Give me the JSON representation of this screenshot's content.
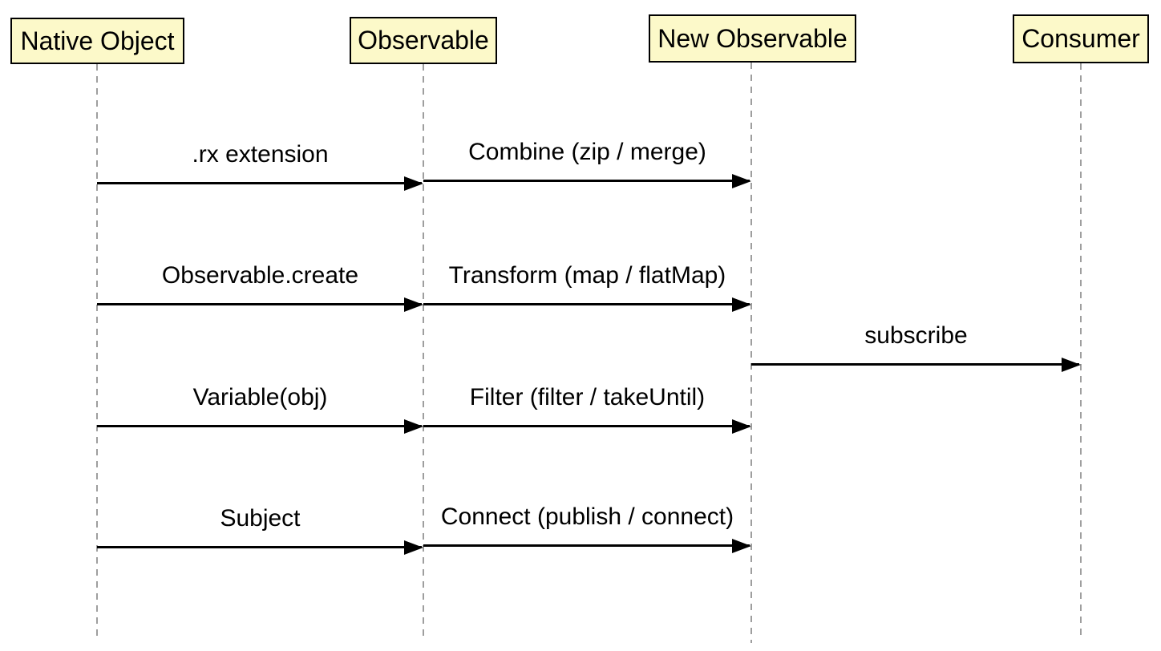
{
  "diagram_type": "sequence-diagram",
  "actors": [
    {
      "label": "Native Object"
    },
    {
      "label": "Observable"
    },
    {
      "label": "New Observable"
    },
    {
      "label": "Consumer"
    }
  ],
  "messages": [
    {
      "label": ".rx extension",
      "from": "Native Object",
      "to": "Observable"
    },
    {
      "label": "Combine (zip / merge)",
      "from": "Observable",
      "to": "New Observable"
    },
    {
      "label": "Observable.create",
      "from": "Native Object",
      "to": "Observable"
    },
    {
      "label": "Transform (map / flatMap)",
      "from": "Observable",
      "to": "New Observable"
    },
    {
      "label": "subscribe",
      "from": "New Observable",
      "to": "Consumer"
    },
    {
      "label": "Variable(obj)",
      "from": "Native Object",
      "to": "Observable"
    },
    {
      "label": "Filter (filter / takeUntil)",
      "from": "Observable",
      "to": "New Observable"
    },
    {
      "label": "Subject",
      "from": "Native Object",
      "to": "Observable"
    },
    {
      "label": "Connect (publish / connect)",
      "from": "Observable",
      "to": "New Observable"
    }
  ],
  "colors": {
    "actor_fill": "#FCF9C9",
    "actor_border": "#000000",
    "lifeline": "#9E9E9E",
    "arrow": "#000000",
    "background": "#FFFFFF"
  }
}
